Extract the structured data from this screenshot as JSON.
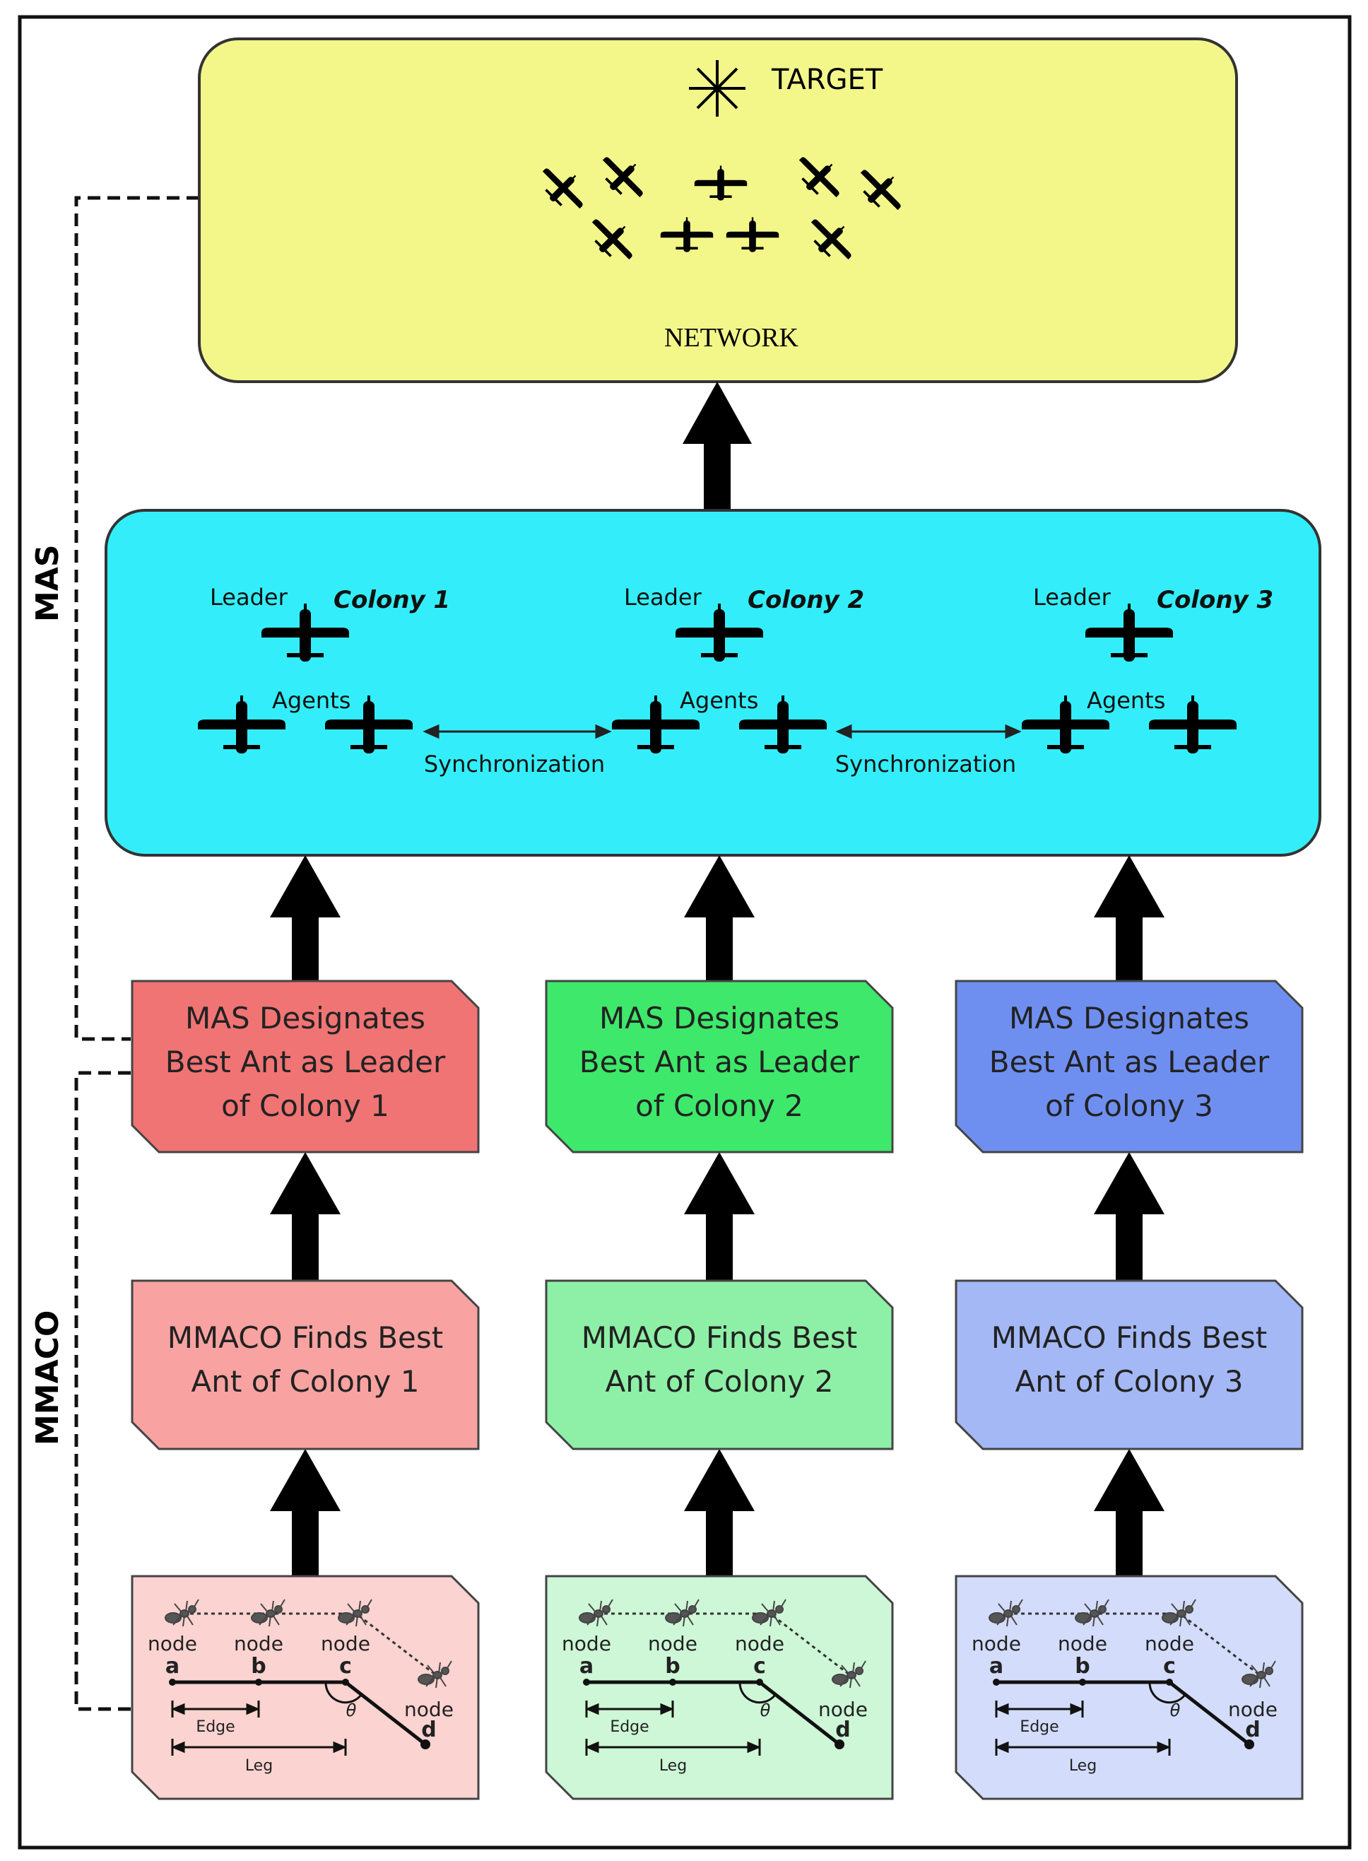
{
  "target_label": "TARGET",
  "network_label": "NETWORK",
  "side_labels": {
    "mas": "MAS",
    "mmaco": "MMACO"
  },
  "mas_panel": {
    "colonies": [
      {
        "leader_label": "Leader",
        "colony_label": "Colony 1",
        "agents_label": "Agents"
      },
      {
        "leader_label": "Leader",
        "colony_label": "Colony 2",
        "agents_label": "Agents"
      },
      {
        "leader_label": "Leader",
        "colony_label": "Colony 3",
        "agents_label": "Agents"
      }
    ],
    "sync_labels": [
      "Synchronization",
      "Synchronization"
    ]
  },
  "columns": [
    {
      "designate": [
        "MAS Designates",
        "Best Ant as Leader",
        "of Colony 1"
      ],
      "finds": [
        "MMACO Finds Best",
        "Ant of Colony 1"
      ],
      "colors": {
        "designate": "#f07474",
        "finds": "#f8a3a1",
        "graph": "#fbd3d1"
      }
    },
    {
      "designate": [
        "MAS Designates",
        "Best Ant as Leader",
        "of Colony 2"
      ],
      "finds": [
        "MMACO Finds Best",
        "Ant of Colony 2"
      ],
      "colors": {
        "designate": "#3ee86b",
        "finds": "#8ef0a6",
        "graph": "#cdf7d6"
      }
    },
    {
      "designate": [
        "MAS Designates",
        "Best Ant as Leader",
        "of Colony 3"
      ],
      "finds": [
        "MMACO Finds Best",
        "Ant of Colony 3"
      ],
      "colors": {
        "designate": "#6f8ff0",
        "finds": "#a4b8f6",
        "graph": "#d3dcfb"
      }
    }
  ],
  "graph_labels": {
    "node": "node",
    "a": "a",
    "b": "b",
    "c": "c",
    "d": "d",
    "edge": "Edge",
    "leg": "Leg",
    "theta": "θ"
  },
  "colors": {
    "network_fill": "#f3f78a",
    "mas_fill": "#33eefa",
    "outline": "#222222"
  },
  "icons": [
    "star-target-icon",
    "airplane-icon",
    "ant-icon",
    "arrow-up-icon"
  ]
}
